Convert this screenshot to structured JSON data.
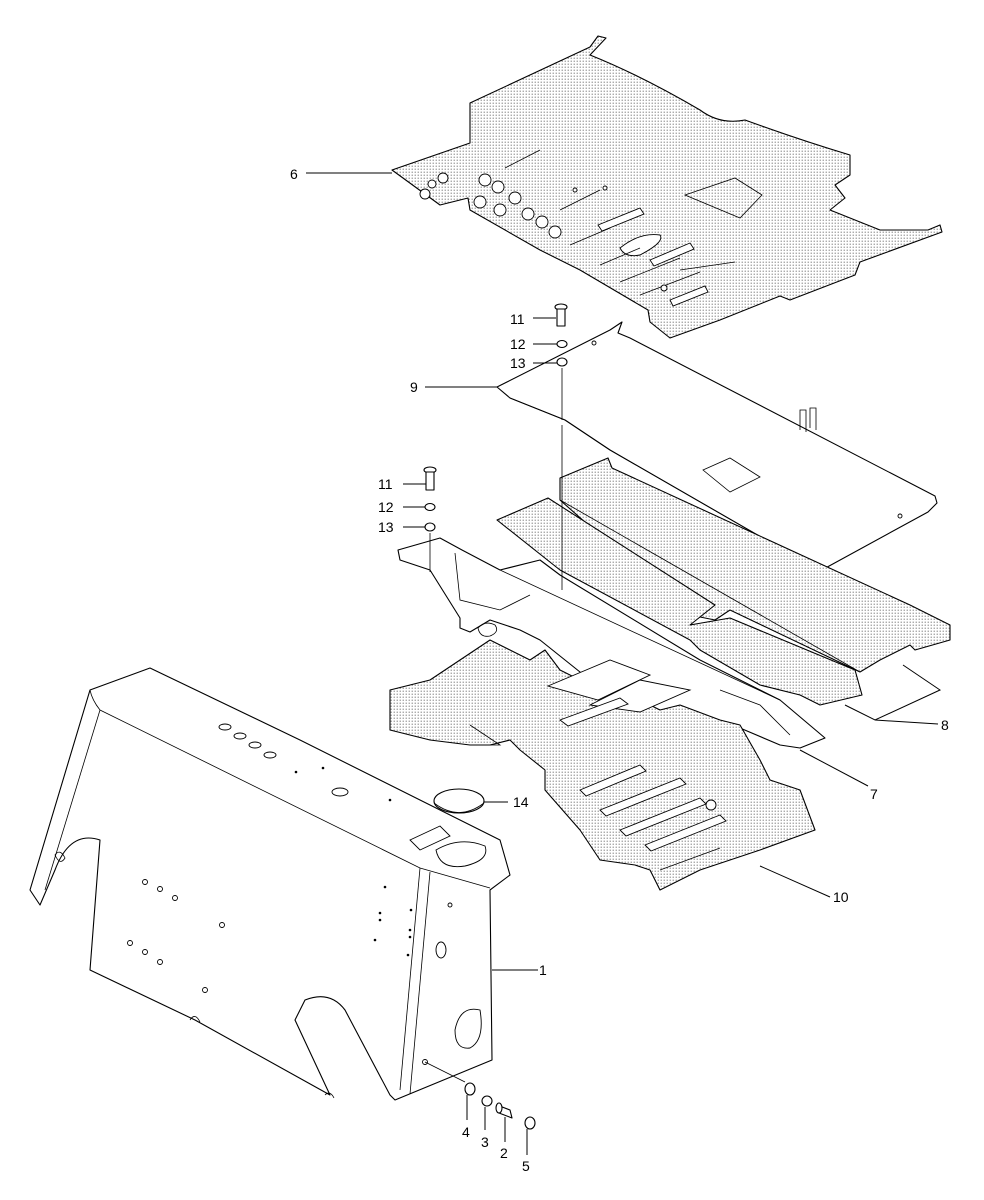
{
  "callouts": [
    {
      "id": "6",
      "label": "6"
    },
    {
      "id": "11a",
      "label": "11"
    },
    {
      "id": "12a",
      "label": "12"
    },
    {
      "id": "13a",
      "label": "13"
    },
    {
      "id": "9",
      "label": "9"
    },
    {
      "id": "11b",
      "label": "11"
    },
    {
      "id": "12b",
      "label": "12"
    },
    {
      "id": "13b",
      "label": "13"
    },
    {
      "id": "8",
      "label": "8"
    },
    {
      "id": "14",
      "label": "14"
    },
    {
      "id": "7",
      "label": "7"
    },
    {
      "id": "10",
      "label": "10"
    },
    {
      "id": "1",
      "label": "1"
    },
    {
      "id": "4",
      "label": "4"
    },
    {
      "id": "3",
      "label": "3"
    },
    {
      "id": "2",
      "label": "2"
    },
    {
      "id": "5",
      "label": "5"
    }
  ],
  "colors": {
    "line": "#000000",
    "background": "#ffffff",
    "mat_texture": "#9a9a9a"
  }
}
